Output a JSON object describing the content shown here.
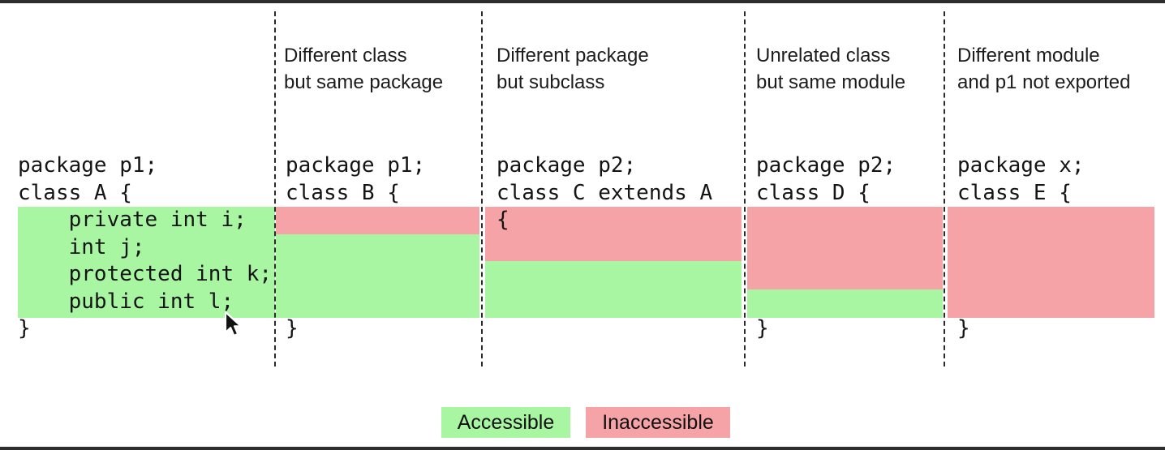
{
  "colors": {
    "accessible": "#a8f5a2",
    "inaccessible": "#f5a3a7"
  },
  "columns": [
    {
      "id": "same-class",
      "header": [
        "",
        ""
      ],
      "code": {
        "package": "package p1;",
        "class_decl": "class A {",
        "fields": [
          "    private int i;",
          "    int j;",
          "    protected int k;",
          "    public int l;"
        ],
        "close": "}"
      },
      "access": {
        "private": "accessible",
        "package_private": "accessible",
        "protected": "accessible",
        "public": "accessible"
      }
    },
    {
      "id": "different-class-same-package",
      "header": [
        "Different class",
        "but same package"
      ],
      "code": {
        "package": "package p1;",
        "class_decl": "class B {",
        "close": "}"
      },
      "access": {
        "private": "inaccessible",
        "package_private": "accessible",
        "protected": "accessible",
        "public": "accessible"
      }
    },
    {
      "id": "different-package-subclass",
      "header": [
        "Different package",
        "but subclass"
      ],
      "code": {
        "package": "package p2;",
        "class_decl": "class C extends A",
        "open_brace": "{"
      },
      "access": {
        "private": "inaccessible",
        "package_private": "inaccessible",
        "protected": "accessible",
        "public": "accessible"
      }
    },
    {
      "id": "unrelated-class-same-module",
      "header": [
        "Unrelated class",
        "but same module"
      ],
      "code": {
        "package": "package p2;",
        "class_decl": "class D {",
        "close": "}"
      },
      "access": {
        "private": "inaccessible",
        "package_private": "inaccessible",
        "protected": "inaccessible",
        "public": "accessible"
      }
    },
    {
      "id": "different-module-not-exported",
      "header": [
        "Different module",
        "and p1 not exported"
      ],
      "code": {
        "package": "package x;",
        "class_decl": "class E {",
        "close": "}"
      },
      "access": {
        "private": "inaccessible",
        "package_private": "inaccessible",
        "protected": "inaccessible",
        "public": "inaccessible"
      }
    }
  ],
  "legend": {
    "accessible_label": "Accessible",
    "inaccessible_label": "Inaccessible"
  }
}
